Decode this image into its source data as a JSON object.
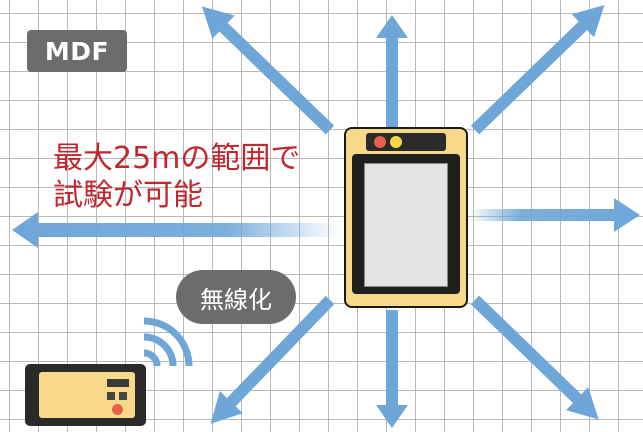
{
  "label": "MDF",
  "caption": {
    "line1": "最大25mの範囲で",
    "line2": "試験が可能"
  },
  "bubble": "無線化",
  "colors": {
    "arrow": "#6fa6d8",
    "grid": "#b8b8b8",
    "label_bg": "#6c6c6c",
    "caption_text": "#c1272d",
    "device_frame": "#f8d98a",
    "led_red": "#e8604c",
    "led_yellow": "#f5d84a",
    "wave": "#6fa6d8"
  },
  "icons": {
    "arrows": "radial-arrows",
    "wireless": "wifi-waves-icon",
    "device": "tablet-device",
    "remote": "remote-controller"
  }
}
